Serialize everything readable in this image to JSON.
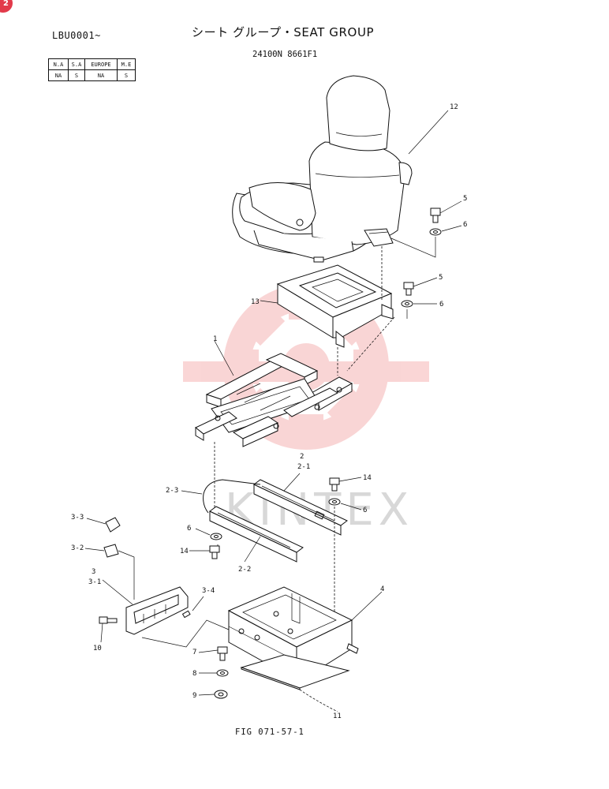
{
  "header": {
    "serial": "LBU0001~",
    "title": "シート グループ・SEAT GROUP",
    "part_number": "24100N 8661F1",
    "badge": "2"
  },
  "market_table": {
    "headers": [
      "N.A",
      "S.A",
      "EUROPE",
      "M.E"
    ],
    "values": [
      "NA",
      "S",
      "NA",
      "S"
    ]
  },
  "figure_label": "FIG 071-57-1",
  "watermark": {
    "text": "KINTEX",
    "color": "#f0a0a0"
  },
  "callouts": [
    {
      "id": "c12",
      "text": "12"
    },
    {
      "id": "c5a",
      "text": "5"
    },
    {
      "id": "c6a",
      "text": "6"
    },
    {
      "id": "c5b",
      "text": "5"
    },
    {
      "id": "c6b",
      "text": "6"
    },
    {
      "id": "c13",
      "text": "13"
    },
    {
      "id": "c1",
      "text": "1"
    },
    {
      "id": "c2",
      "text": "2"
    },
    {
      "id": "c21",
      "text": "2-1"
    },
    {
      "id": "c23",
      "text": "2-3"
    },
    {
      "id": "c14a",
      "text": "14"
    },
    {
      "id": "c6c",
      "text": "6"
    },
    {
      "id": "c33",
      "text": "3-3"
    },
    {
      "id": "c6d",
      "text": "6"
    },
    {
      "id": "c32",
      "text": "3-2"
    },
    {
      "id": "c14b",
      "text": "14"
    },
    {
      "id": "c22",
      "text": "2-2"
    },
    {
      "id": "c4",
      "text": "4"
    },
    {
      "id": "c3",
      "text": "3"
    },
    {
      "id": "c31",
      "text": "3-1"
    },
    {
      "id": "c34",
      "text": "3-4"
    },
    {
      "id": "c10",
      "text": "10"
    },
    {
      "id": "c7",
      "text": "7"
    },
    {
      "id": "c8",
      "text": "8"
    },
    {
      "id": "c9",
      "text": "9"
    },
    {
      "id": "c11",
      "text": "11"
    }
  ]
}
